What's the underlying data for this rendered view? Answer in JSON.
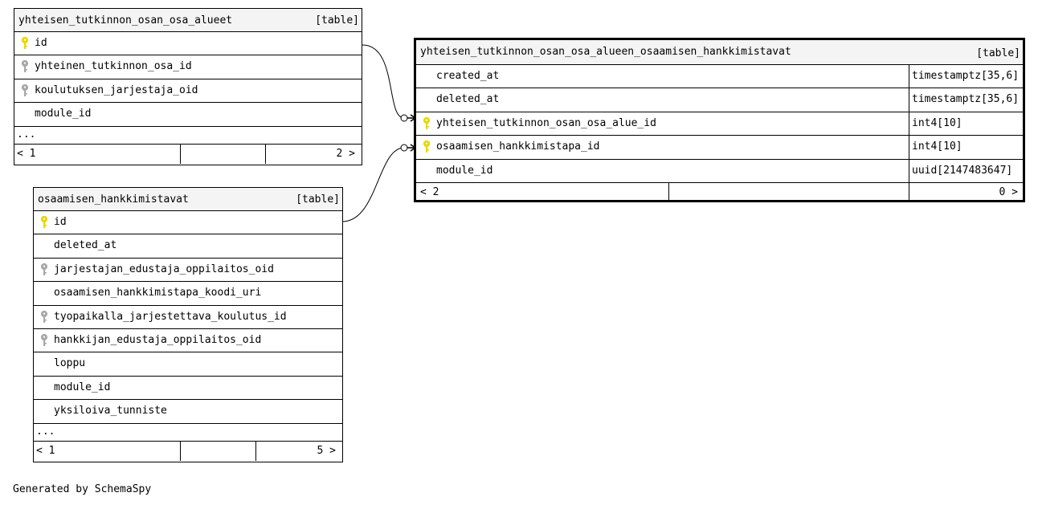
{
  "tables": {
    "osa_alueet": {
      "name": "yhteisen_tutkinnon_osan_osa_alueet",
      "kind": "[table]",
      "columns": [
        {
          "name": "id",
          "key": "primary"
        },
        {
          "name": "yhteinen_tutkinnon_osa_id",
          "key": "foreign"
        },
        {
          "name": "koulutuksen_jarjestaja_oid",
          "key": "foreign"
        },
        {
          "name": "module_id",
          "key": "none"
        }
      ],
      "ellipsis": "...",
      "footer": {
        "left": "< 1",
        "right": "2 >"
      }
    },
    "hankkimistavat": {
      "name": "osaamisen_hankkimistavat",
      "kind": "[table]",
      "columns": [
        {
          "name": "id",
          "key": "primary"
        },
        {
          "name": "deleted_at",
          "key": "none"
        },
        {
          "name": "jarjestajan_edustaja_oppilaitos_oid",
          "key": "foreign"
        },
        {
          "name": "osaamisen_hankkimistapa_koodi_uri",
          "key": "none"
        },
        {
          "name": "tyopaikalla_jarjestettava_koulutus_id",
          "key": "foreign"
        },
        {
          "name": "hankkijan_edustaja_oppilaitos_oid",
          "key": "foreign"
        },
        {
          "name": "loppu",
          "key": "none"
        },
        {
          "name": "module_id",
          "key": "none"
        },
        {
          "name": "yksiloiva_tunniste",
          "key": "none"
        }
      ],
      "ellipsis": "...",
      "footer": {
        "left": "< 1",
        "right": "5 >"
      }
    },
    "join": {
      "name": "yhteisen_tutkinnon_osan_osa_alueen_osaamisen_hankkimistavat",
      "kind": "[table]",
      "columns": [
        {
          "name": "created_at",
          "type": "timestamptz[35,6]",
          "key": "none"
        },
        {
          "name": "deleted_at",
          "type": "timestamptz[35,6]",
          "key": "none"
        },
        {
          "name": "yhteisen_tutkinnon_osan_osa_alue_id",
          "type": "int4[10]",
          "key": "primary"
        },
        {
          "name": "osaamisen_hankkimistapa_id",
          "type": "int4[10]",
          "key": "primary"
        },
        {
          "name": "module_id",
          "type": "uuid[2147483647]",
          "key": "none"
        }
      ],
      "footer": {
        "left": "< 2",
        "right": "0 >"
      }
    }
  },
  "colors": {
    "primary_key": "#e8d800",
    "foreign_key": "#a8a8a8",
    "header_bg": "#f4f4f4",
    "line": "#000000"
  },
  "generated_by": "Generated by SchemaSpy"
}
